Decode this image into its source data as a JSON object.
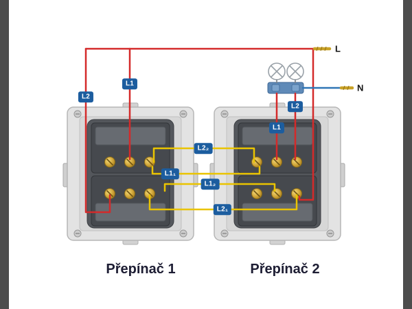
{
  "captions": {
    "switch1": "Přepínač 1",
    "switch2": "Přepínač 2"
  },
  "wire_labels": {
    "live": "L",
    "neutral": "N"
  },
  "badges": {
    "left_l2": "L2",
    "left_l1": "L1",
    "traveler_l22": "L2₂",
    "traveler_l11": "L1₁",
    "traveler_l12": "L1₂",
    "traveler_l21": "L2₁",
    "right_l2": "L2",
    "right_l1": "L1"
  },
  "colors": {
    "live_wire": "#d42a2a",
    "neutral_wire": "#2e75b6",
    "traveler_wire": "#eac400",
    "stripped_end": "#c9a227",
    "badge_background": "#1c5d9f"
  },
  "icons": {
    "lamp": "lamp-icon"
  }
}
